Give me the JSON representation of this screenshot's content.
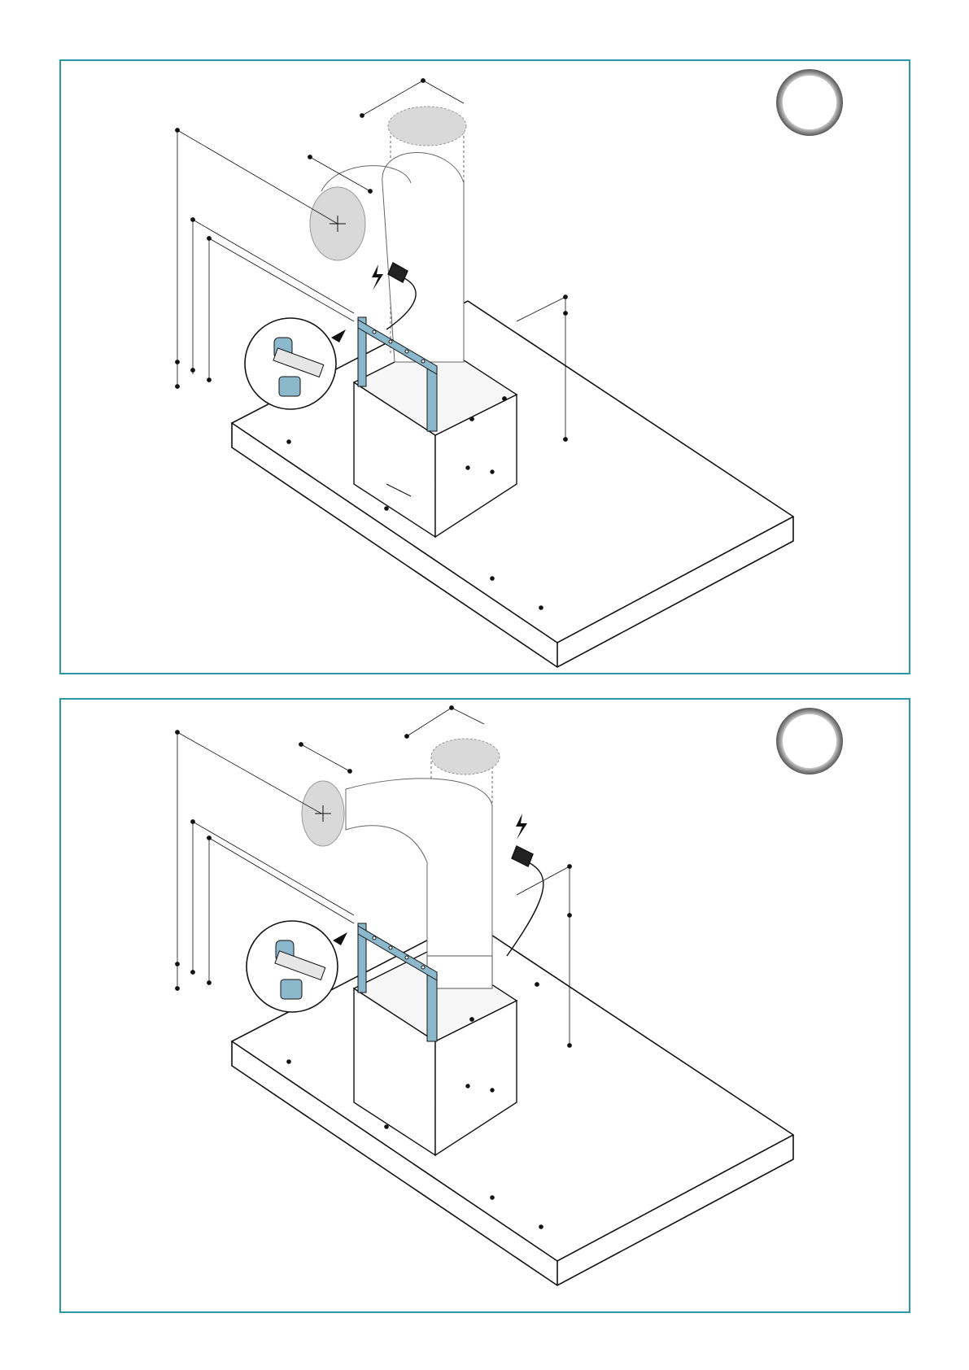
{
  "document": {
    "panels": [
      {
        "id": "panel-1",
        "step_label": "",
        "variant": "vertical-outlet"
      },
      {
        "id": "panel-2",
        "step_label": "",
        "variant": "side-outlet"
      }
    ]
  },
  "colors": {
    "frame": "#2a98a6",
    "bracket": "#8cb8cc",
    "duct_fill": "#d9d9d9",
    "line": "#111111",
    "badge_ring_outer": "#6e6e6e",
    "badge_ring_inner": "#e0e0e0"
  },
  "icons": [
    "power-plug-icon",
    "lightning-bolt-icon",
    "magnifier-detail-icon",
    "step-badge-icon"
  ]
}
